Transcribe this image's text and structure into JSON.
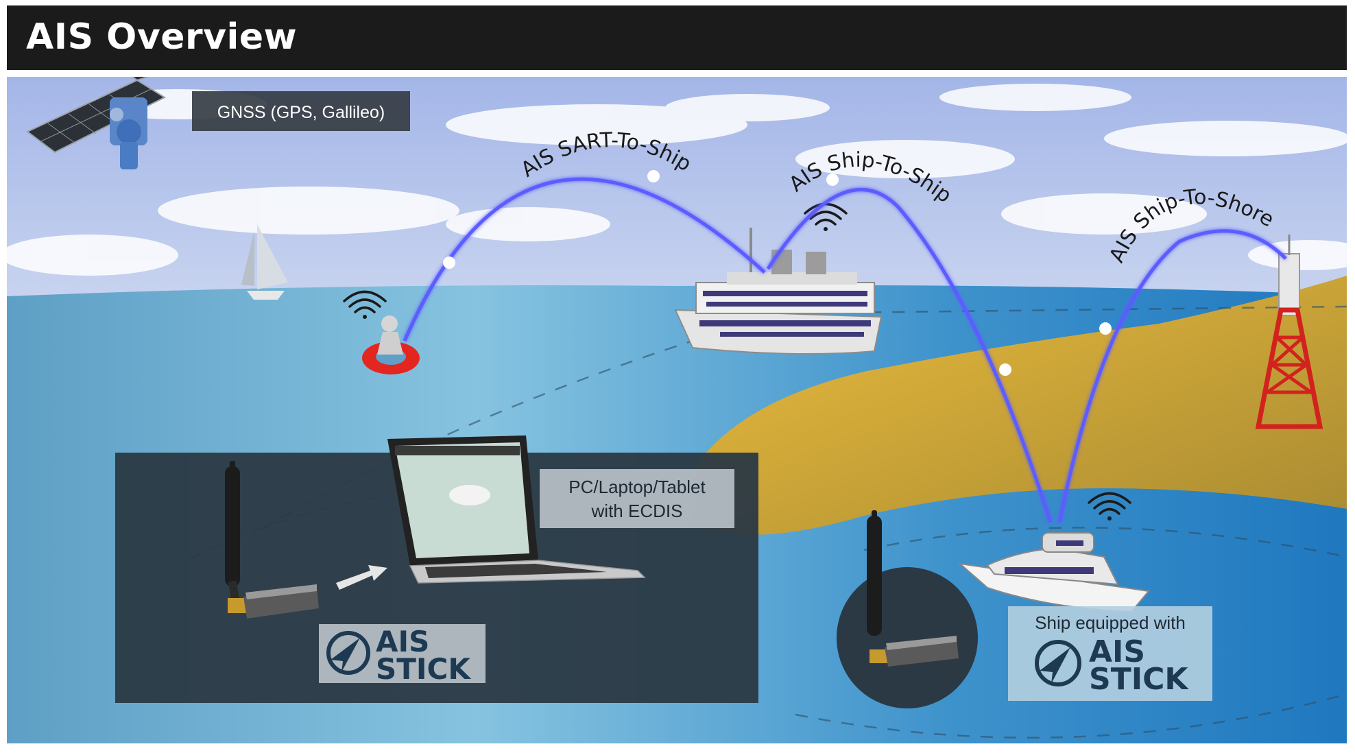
{
  "title": "AIS Overview",
  "labels": {
    "gnss": "GNSS (GPS, Gallileo)",
    "sart_to_ship": "AIS SART-To-Ship",
    "ship_to_ship": "AIS Ship-To-Ship",
    "ship_to_shore": "AIS Ship-To-Shore",
    "pc_line1": "PC/Laptop/Tablet",
    "pc_line2": "with ECDIS",
    "ship_equipped": "Ship equipped with"
  },
  "logo": {
    "line1": "AIS",
    "line2": "STICK"
  },
  "colors": {
    "header_bg": "#1b1b1b",
    "sky": "#a9b9e6",
    "sea": "#4f9fd0",
    "land": "#c9a23c",
    "signal": "#5566ff",
    "panel": "#2b3945"
  }
}
